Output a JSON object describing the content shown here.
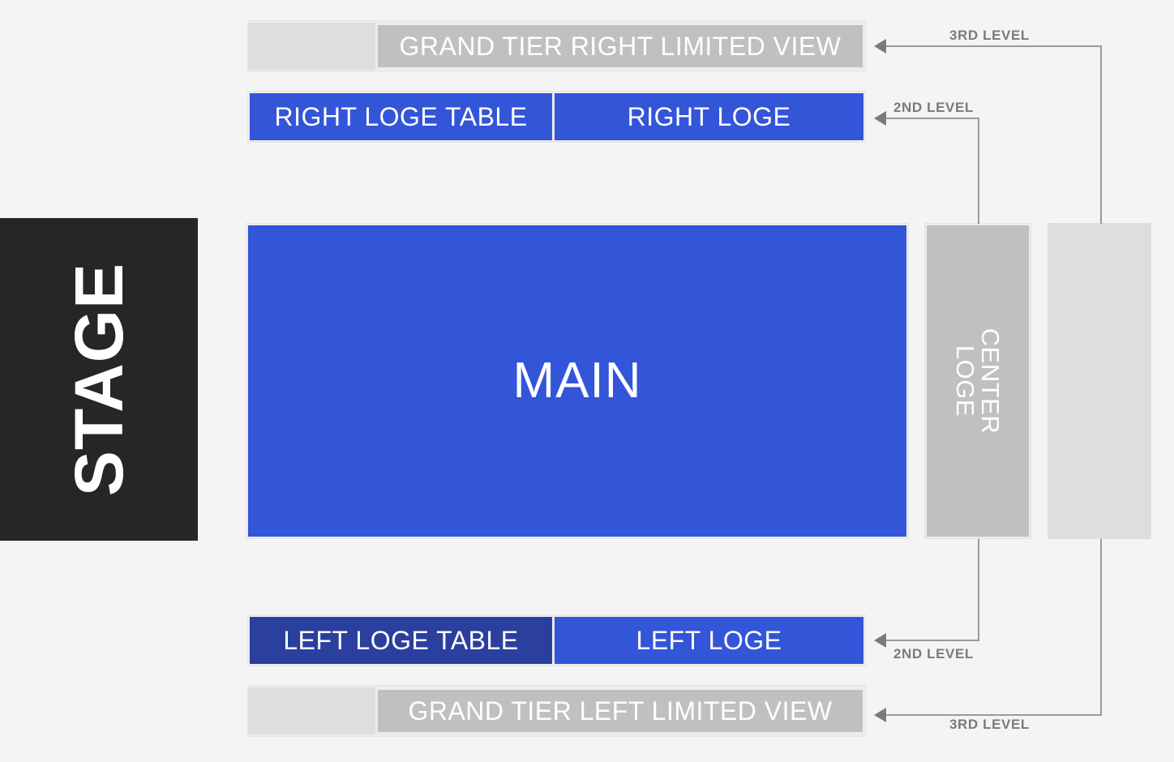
{
  "venue_map": {
    "background_color": "#f4f4f5",
    "stage": {
      "label": "STAGE",
      "color": "#262626",
      "text_color": "#ffffff"
    },
    "sections": {
      "main": {
        "label": "MAIN",
        "color": "#3355d8",
        "text_color": "#ffffff"
      },
      "center_loge": {
        "label": "CENTER LOGE",
        "color": "#c0c0c0",
        "text_color": "#ffffff"
      },
      "right_strip": {
        "label": "",
        "color": "#dedede"
      },
      "grand_tier_right": {
        "label": "GRAND TIER RIGHT LIMITED VIEW",
        "color": "#c0c0c0",
        "filler_color": "#dedede",
        "text_color": "#ffffff",
        "level": "3RD LEVEL"
      },
      "grand_tier_left": {
        "label": "GRAND TIER LEFT LIMITED VIEW",
        "color": "#c0c0c0",
        "filler_color": "#dedede",
        "text_color": "#ffffff",
        "level": "3RD LEVEL"
      },
      "right_loge_table": {
        "label": "RIGHT LOGE TABLE",
        "color": "#3355d8",
        "text_color": "#ffffff"
      },
      "right_loge": {
        "label": "RIGHT LOGE",
        "color": "#3355d8",
        "text_color": "#ffffff",
        "level": "2ND LEVEL"
      },
      "left_loge_table": {
        "label": "LEFT LOGE TABLE",
        "color": "#2b3f9e",
        "text_color": "#ffffff"
      },
      "left_loge": {
        "label": "LEFT LOGE",
        "color": "#3355d8",
        "text_color": "#ffffff",
        "level": "2ND LEVEL"
      }
    },
    "callouts": [
      {
        "id": "top-3rd",
        "label": "3RD LEVEL",
        "points_to": "GRAND TIER RIGHT LIMITED VIEW"
      },
      {
        "id": "top-2nd",
        "label": "2ND LEVEL",
        "points_to": "RIGHT LOGE"
      },
      {
        "id": "bottom-2nd",
        "label": "2ND LEVEL",
        "points_to": "LEFT LOGE"
      },
      {
        "id": "bottom-3rd",
        "label": "3RD LEVEL",
        "points_to": "GRAND TIER LEFT LIMITED VIEW"
      }
    ]
  }
}
